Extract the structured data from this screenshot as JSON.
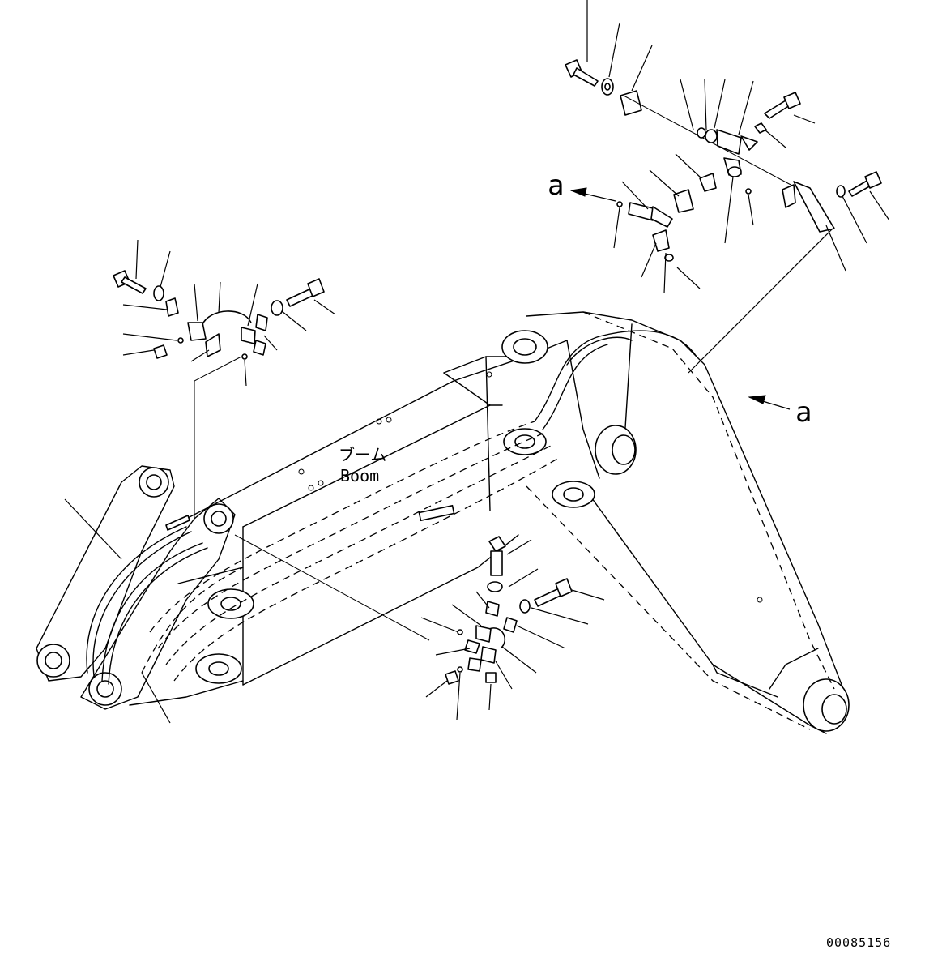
{
  "diagram": {
    "boom_label_jp": "ブーム",
    "boom_label_en": "Boom",
    "view_marker_detail": "a",
    "view_marker_body": "a",
    "drawing_number": "00085156"
  }
}
